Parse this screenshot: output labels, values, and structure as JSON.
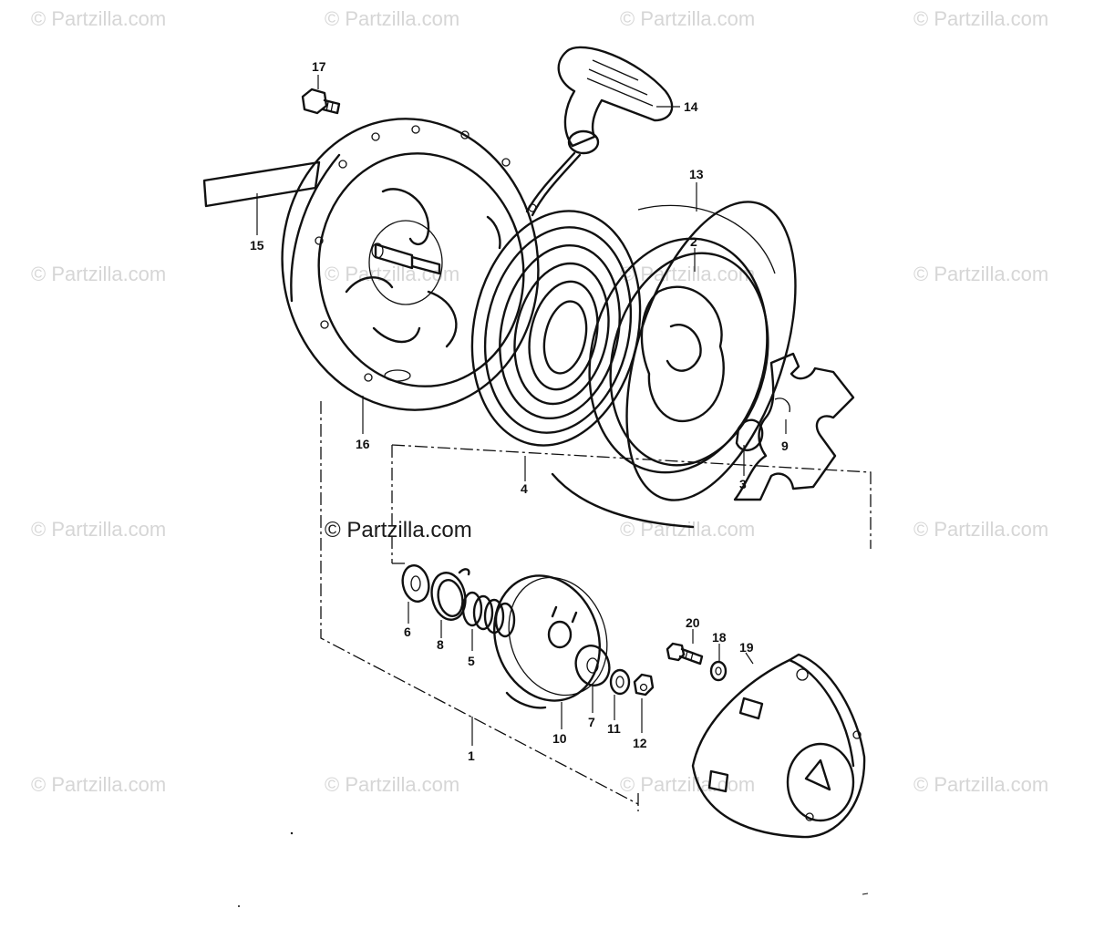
{
  "watermark": {
    "text": "© Partzilla.com",
    "main_text": "© Partzilla.com"
  },
  "callouts": {
    "p1": "1",
    "p2": "2",
    "p3": "3",
    "p4": "4",
    "p5": "5",
    "p6": "6",
    "p7": "7",
    "p8": "8",
    "p9": "9",
    "p10": "10",
    "p11": "11",
    "p12": "12",
    "p13": "13",
    "p14": "14",
    "p15": "15",
    "p16": "16",
    "p17": "17",
    "p18": "18",
    "p19": "19",
    "p20": "20"
  },
  "colors": {
    "ink": "#111111",
    "watermark": "#d6d6d6",
    "background": "#ffffff"
  }
}
